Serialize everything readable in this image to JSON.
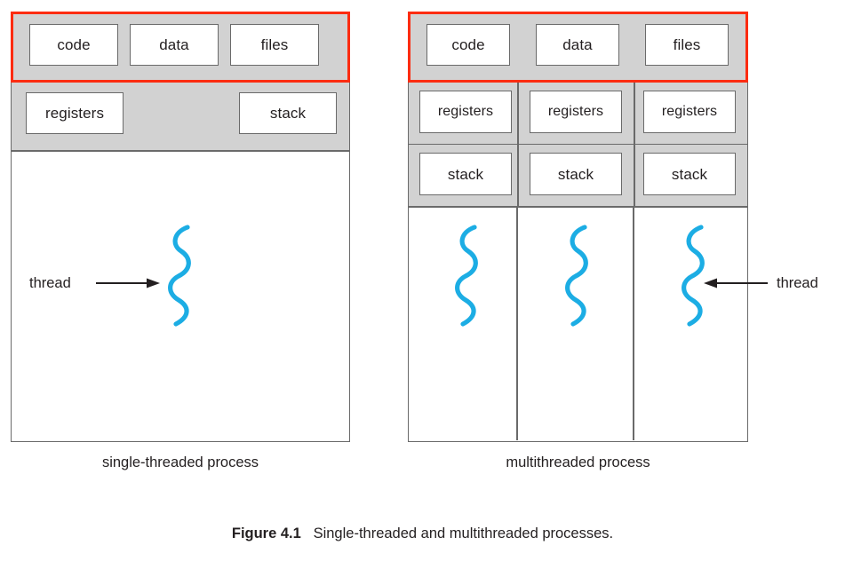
{
  "figure": {
    "number_label": "Figure 4.1",
    "caption": "Single-threaded and multithreaded processes."
  },
  "colors": {
    "highlight_border": "#fc2c11",
    "shared_fill": "#d2d2d2",
    "box_border": "#6a6a6a",
    "thread_stroke": "#1cade4",
    "text": "#231f20",
    "background": "#ffffff"
  },
  "single_threaded": {
    "caption": "single-threaded process",
    "shared_row": [
      "code",
      "data",
      "files"
    ],
    "per_thread_row": [
      "registers",
      "stack"
    ],
    "thread_annotation": {
      "label": "thread",
      "arrow_direction": "right"
    },
    "thread_count": 1
  },
  "multithreaded": {
    "caption": "multithreaded process",
    "shared_row": [
      "code",
      "data",
      "files"
    ],
    "columns": [
      {
        "registers": "registers",
        "stack": "stack"
      },
      {
        "registers": "registers",
        "stack": "stack"
      },
      {
        "registers": "registers",
        "stack": "stack"
      }
    ],
    "thread_annotation": {
      "label": "thread",
      "arrow_direction": "left"
    },
    "thread_count": 3
  }
}
